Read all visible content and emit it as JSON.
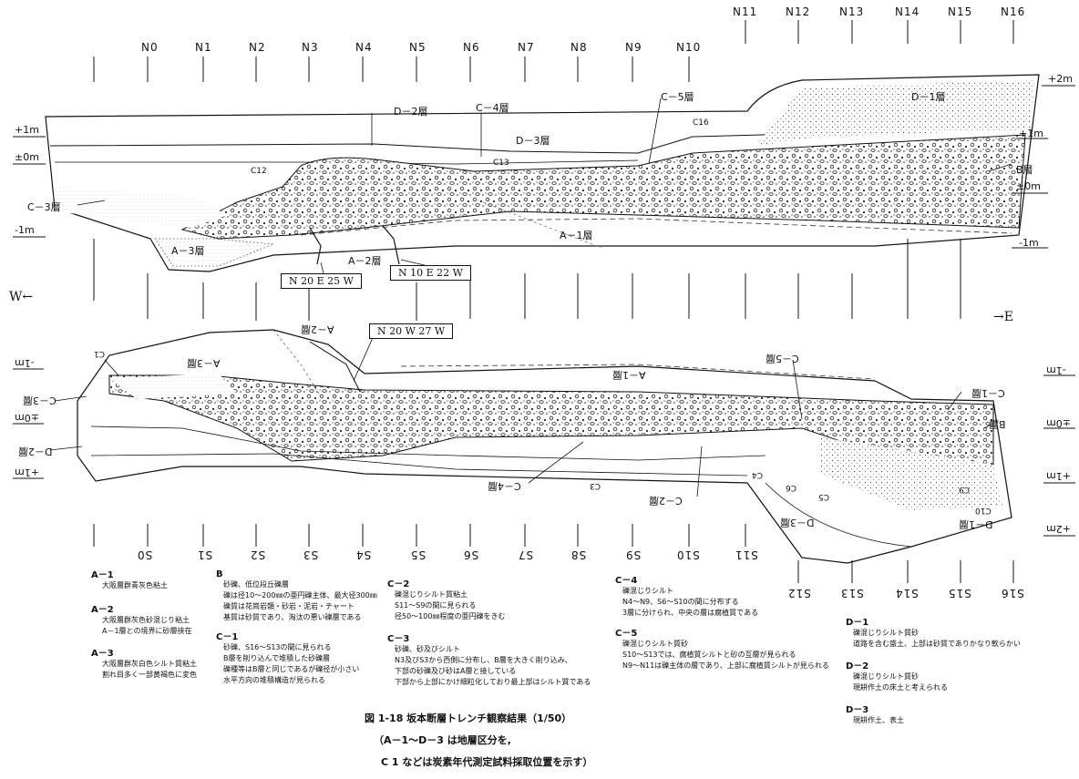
{
  "stations_top_north": [
    "N0",
    "N1",
    "N2",
    "N3",
    "N4",
    "N5",
    "N6",
    "N7",
    "N8",
    "N9",
    "N10"
  ],
  "stations_top_north_far": [
    "N11",
    "N12",
    "N13",
    "N14",
    "N15",
    "N16"
  ],
  "stations_bottom_south": [
    "S0",
    "S1",
    "S2",
    "S3",
    "S4",
    "S5",
    "S6",
    "S7",
    "S8",
    "S9",
    "S10",
    "S11"
  ],
  "stations_bottom_south_far": [
    "S12",
    "S13",
    "S14",
    "S15",
    "S16"
  ],
  "levels_top_left": [
    "+1m",
    "±0m",
    "-1m"
  ],
  "levels_top_right": [
    "+2m",
    "+1m",
    "±0m",
    "-1m"
  ],
  "levels_bottom_left": [
    "-1m",
    "±0m",
    "+1m"
  ],
  "levels_bottom_right": [
    "-1m",
    "±0m",
    "+1m",
    "+2m"
  ],
  "top_layers": {
    "d2": "D－2層",
    "c4": "C－4層",
    "c5": "C－5層",
    "d1": "D－1層",
    "d3": "D－3層",
    "c3": "C－3層",
    "b": "B層",
    "a3": "A－3層",
    "a2": "A－2層",
    "a1": "A－1層"
  },
  "top_samples": {
    "c12": "C12",
    "c13": "C13",
    "c16": "C16"
  },
  "bottom_layers": {
    "a2": "A－2層",
    "a3": "A－3層",
    "c3": "C－3層",
    "d2": "D－2層",
    "a1": "A－1層",
    "c5": "C－5層",
    "c1": "C－1層",
    "b": "B層",
    "c4": "C－4層",
    "c2": "C－2層",
    "d3": "D－3層",
    "d1": "D－1層"
  },
  "bottom_samples": {
    "c1": "C1",
    "c3": "C3",
    "c4": "C4",
    "c6": "C6",
    "c5": "C5",
    "c9": "C9",
    "c10": "C10"
  },
  "strikes": {
    "a": "N 20 E 25 W",
    "b": "N 10 E 22 W",
    "c": "N 20 W 27 W"
  },
  "direction": {
    "west": "W←",
    "east": "→E"
  },
  "legend": {
    "a1": {
      "title": "A－1",
      "lines": [
        "大阪層群青灰色粘土"
      ]
    },
    "a2": {
      "title": "A－2",
      "lines": [
        "大阪層群灰色砂混じり粘土",
        "A－1層との境界に砂層挟在"
      ]
    },
    "a3": {
      "title": "A－3",
      "lines": [
        "大阪層群灰白色シルト質粘土",
        "割れ目多く一部黄褐色に変色"
      ]
    },
    "b": {
      "title": "B",
      "lines": [
        "砂礫、低位段丘礫層",
        "礫は径10～200㎜の亜円礫主体、最大径300㎜",
        "礫質は花崗岩類・砂岩・泥岩・チャート",
        "基質は砂質であり、淘汰の悪い礫層である"
      ]
    },
    "c1": {
      "title": "C－1",
      "lines": [
        "砂礫、S16～S13の間に見られる",
        "B層を削り込んで堆積した砂礫層",
        "礫種等はB層と同じであるが礫径が小さい",
        "水平方向の堆積構造が見られる"
      ]
    },
    "c2": {
      "title": "C－2",
      "lines": [
        "礫混じりシルト質粘土",
        "S11～S9の間に見られる",
        "径50～100㎜程度の亜円礫をきむ"
      ]
    },
    "c3": {
      "title": "C－3",
      "lines": [
        "砂礫、砂及びシルト",
        "N3及びS3から西側に分布し、B層を大きく削り込み、",
        "下部の砂礫及び砂はA層と接している",
        "下部から上部にかけ細粒化しており最上部はシルト質である"
      ]
    },
    "c4": {
      "title": "C－4",
      "lines": [
        "礫混じりシルト",
        "N4～N9、S6～S10の間に分布する",
        "3層に分けられ、中央の層は腐植質である"
      ]
    },
    "c5": {
      "title": "C－5",
      "lines": [
        "礫混じりシルト質砂",
        "S10～S13では、腐植質シルトと砂の互層が見られる",
        "N9～N11は礫主体の層であり、上部に腐植質シルトが見られる"
      ]
    },
    "d1": {
      "title": "D－1",
      "lines": [
        "礫混じりシルト質砂",
        "道路を含む盛土、上部は砂質でありかなり軟らかい"
      ]
    },
    "d2": {
      "title": "D－2",
      "lines": [
        "礫混じりシルト質砂",
        "現耕作土の床土と考えられる"
      ]
    },
    "d3": {
      "title": "D－3",
      "lines": [
        "現耕作土、表土"
      ]
    }
  },
  "caption": {
    "line1": "図 1-18 坂本断層トレンチ観察結果（1/50）",
    "line2": "（A－1～D－3 は地層区分を,",
    "line3": "C 1 などは炭素年代測定試料採取位置を示す）"
  }
}
